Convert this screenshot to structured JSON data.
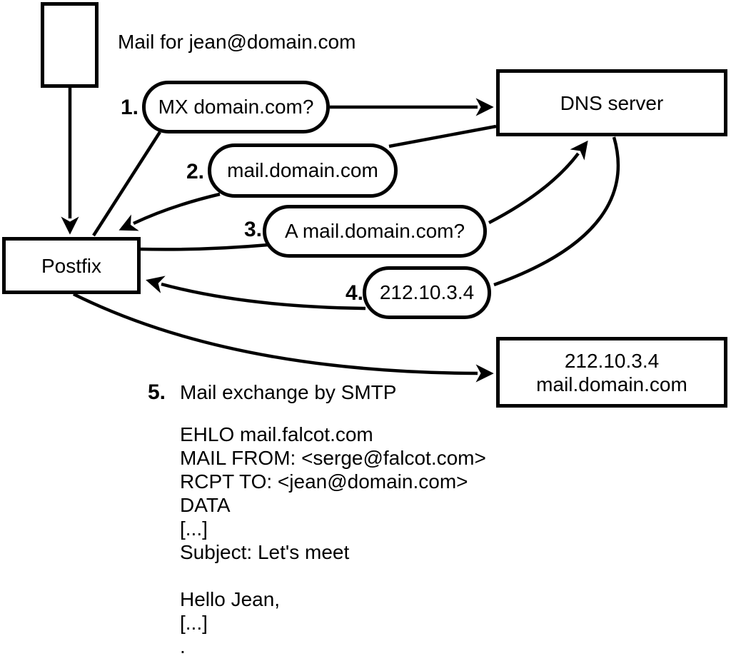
{
  "diagram": {
    "background": "#ffffff",
    "stroke_color": "#000000",
    "mail_note": "Mail for jean@domain.com",
    "nodes": {
      "letter_icon": "letter-rectangle",
      "postfix": "Postfix",
      "dns_server": "DNS server",
      "mail_server": {
        "line1": "212.10.3.4",
        "line2": "mail.domain.com"
      }
    },
    "steps": [
      {
        "num": "1.",
        "label": "MX domain.com?"
      },
      {
        "num": "2.",
        "label": "mail.domain.com"
      },
      {
        "num": "3.",
        "label": "A mail.domain.com?"
      },
      {
        "num": "4.",
        "label": "212.10.3.4"
      },
      {
        "num": "5.",
        "label": "Mail exchange by SMTP"
      }
    ],
    "smtp_session": [
      "EHLO mail.falcot.com",
      "MAIL FROM: <serge@falcot.com>",
      "RCPT TO: <jean@domain.com>",
      "DATA",
      "[...]",
      "Subject: Let's meet",
      "",
      "Hello Jean,",
      "[...]",
      "."
    ]
  }
}
